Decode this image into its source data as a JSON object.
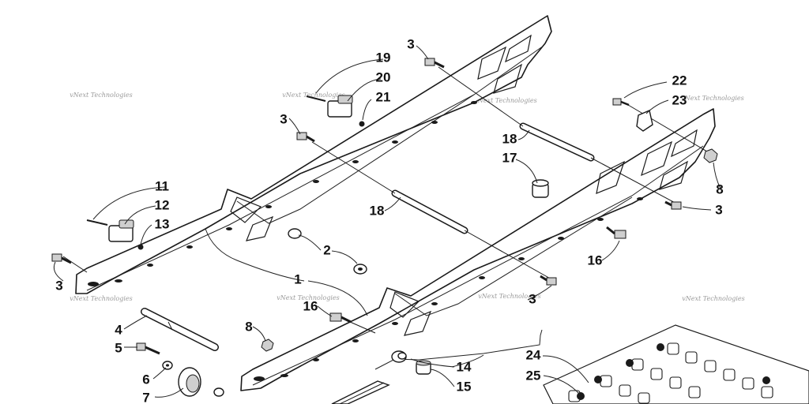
{
  "diagram": {
    "watermark": "vNext Technologies",
    "callouts": [
      {
        "id": "c1",
        "text": "1"
      },
      {
        "id": "c2",
        "text": "2"
      },
      {
        "id": "c3a",
        "text": "3"
      },
      {
        "id": "c3b",
        "text": "3"
      },
      {
        "id": "c3c",
        "text": "3"
      },
      {
        "id": "c3d",
        "text": "3"
      },
      {
        "id": "c3e",
        "text": "3"
      },
      {
        "id": "c4",
        "text": "4"
      },
      {
        "id": "c5",
        "text": "5"
      },
      {
        "id": "c6",
        "text": "6"
      },
      {
        "id": "c7",
        "text": "7"
      },
      {
        "id": "c8a",
        "text": "8"
      },
      {
        "id": "c8b",
        "text": "8"
      },
      {
        "id": "c11",
        "text": "11"
      },
      {
        "id": "c12",
        "text": "12"
      },
      {
        "id": "c13",
        "text": "13"
      },
      {
        "id": "c14",
        "text": "14"
      },
      {
        "id": "c15",
        "text": "15"
      },
      {
        "id": "c16a",
        "text": "16"
      },
      {
        "id": "c16b",
        "text": "16"
      },
      {
        "id": "c17",
        "text": "17"
      },
      {
        "id": "c18a",
        "text": "18"
      },
      {
        "id": "c18b",
        "text": "18"
      },
      {
        "id": "c19",
        "text": "19"
      },
      {
        "id": "c20",
        "text": "20"
      },
      {
        "id": "c21",
        "text": "21"
      },
      {
        "id": "c22",
        "text": "22"
      },
      {
        "id": "c23",
        "text": "23"
      },
      {
        "id": "c24",
        "text": "24"
      },
      {
        "id": "c25",
        "text": "25"
      }
    ]
  }
}
